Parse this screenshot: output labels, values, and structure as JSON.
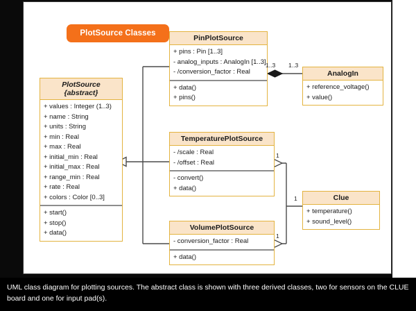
{
  "title_badge": {
    "label": "PlotSource Classes"
  },
  "caption": {
    "text": "UML class diagram for plotting sources. The abstract class is shown with three derived classes, two for sensors on the CLUE board and one for input pad(s)."
  },
  "colors": {
    "badge_orange": "#f4701a",
    "class_header_fill": "#fae4c9",
    "class_border": "#e3b33f",
    "compartment_divider": "#8d8d8d",
    "connector": "#4a4a4a",
    "panel_background": "#ffffff",
    "backdrop": "#0a0a0a",
    "caption_background": "#000000"
  },
  "classes": {
    "plotsource": {
      "name": "PlotSource",
      "stereotype": "{abstract}",
      "attributes": [
        "+ values : Integer (1..3)",
        "+ name : String",
        "+ units : String",
        "+ min : Real",
        "+ max : Real",
        "+ initial_min : Real",
        "+ initial_max : Real",
        "+ range_min : Real",
        "+ rate : Real",
        "+ colors : Color [0..3]"
      ],
      "operations": [
        "+ start()",
        "+ stop()",
        "+ data()"
      ]
    },
    "pinplotsource": {
      "name": "PinPlotSource",
      "attributes": [
        "+ pins : Pin [1..3]",
        "- analog_inputs : AnalogIn [1..3]",
        "- /conversion_factor : Real"
      ],
      "operations": [
        "+ data()",
        "+ pins()"
      ]
    },
    "analogin": {
      "name": "AnalogIn",
      "operations": [
        "+ reference_voltage()",
        "+ value()"
      ]
    },
    "temperatureplotsource": {
      "name": "TemperaturePlotSource",
      "attributes": [
        "- /scale : Real",
        "- /offset : Real"
      ],
      "operations": [
        "- convert()",
        "+ data()"
      ]
    },
    "volumeplotsource": {
      "name": "VolumePlotSource",
      "attributes": [
        "- conversion_factor : Real"
      ],
      "operations": [
        "+ data()"
      ]
    },
    "clue": {
      "name": "Clue",
      "operations": [
        "+ temperature()",
        "+ sound_level()"
      ]
    }
  },
  "relationships": {
    "pin_to_analogin": {
      "type": "composition",
      "source_multiplicity": "1..3",
      "target_multiplicity": "1..3"
    },
    "temperature_to_clue": {
      "type": "aggregation",
      "source_multiplicity": "1",
      "target_multiplicity": "1"
    },
    "volume_to_clue": {
      "type": "aggregation",
      "source_multiplicity": "1"
    },
    "generalization": {
      "type": "generalization",
      "parent": "PlotSource",
      "children": [
        "PinPlotSource",
        "TemperaturePlotSource",
        "VolumePlotSource"
      ]
    }
  }
}
